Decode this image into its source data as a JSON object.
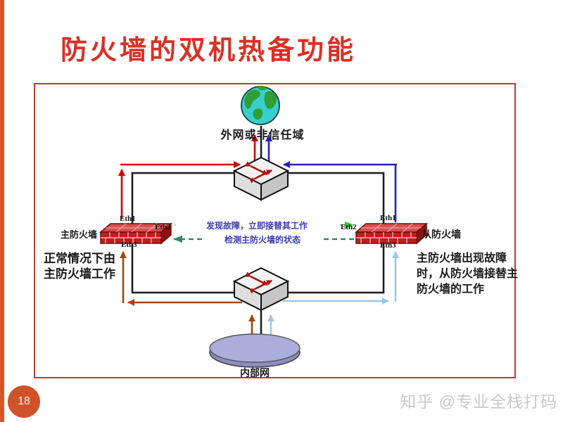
{
  "slide": {
    "title": "防火墙的双机热备功能",
    "page_number": "18",
    "watermark": "知乎 @专业全栈打码"
  },
  "diagram": {
    "external_label": "外网或非信任域",
    "internal_label": "内部网",
    "left_firewall": {
      "name": "主防火墙",
      "eth1": "Eth1",
      "eth2": "Eth2",
      "eth3": "Eth3"
    },
    "right_firewall": {
      "name": "从防火墙",
      "eth1": "Eth1",
      "eth2": "Eth2",
      "eth3": "Eth3"
    },
    "failover_arrow_label": "发现故障，立即接替其工作",
    "heartbeat_arrow_label": "检测主防火墙的状态",
    "left_note": {
      "line1": "正常情况下由",
      "line2": "主防火墙工作"
    },
    "right_note": {
      "line1": "主防火墙出现故障",
      "line2": "时，从防火墙接替主",
      "line3": "防火墙的工作"
    },
    "colors": {
      "title_red": "#d93025",
      "border_red": "#c03a3a",
      "sidebar_orange": "#dd5527",
      "page_badge_orange": "#d0522b",
      "line_red": "#d40000",
      "line_blue": "#2a1fb8",
      "line_brown": "#a04812",
      "line_lightblue": "#9ec7e8",
      "dash_green": "#7ed07e",
      "dash_teal": "#2e8060",
      "annotation_blue": "#3c3cb4",
      "firewall_red": "#c41c1c",
      "internal_net_purple": "#a8a8d8",
      "globe_teal": "#38cfcf",
      "globe_green": "#2e9e35"
    }
  }
}
